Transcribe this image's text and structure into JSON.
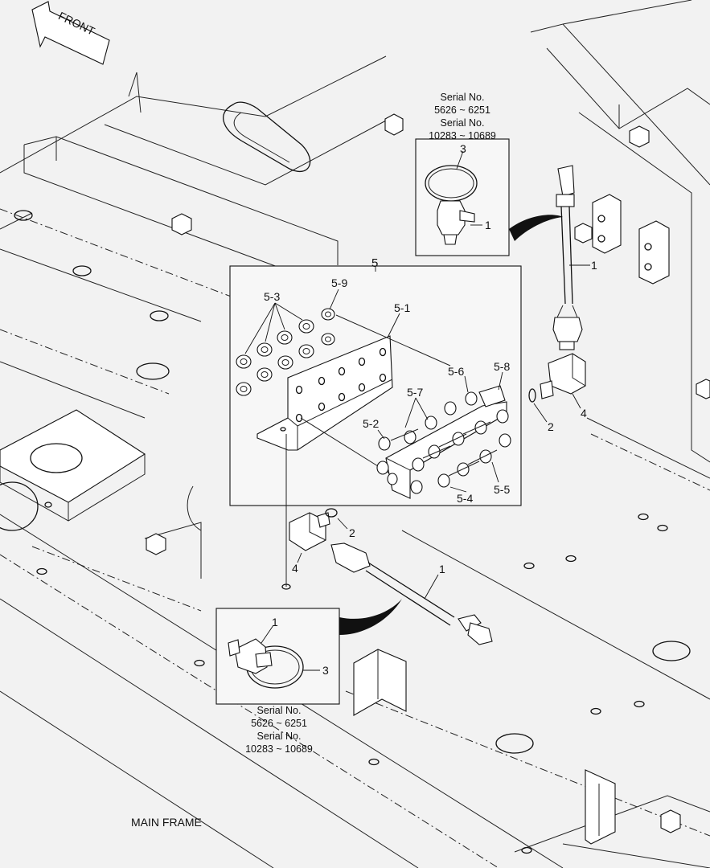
{
  "front_label": "FRONT",
  "main_frame_label": "MAIN FRAME",
  "top_serial": [
    "Serial No.",
    "5626 ~ 6251",
    "Serial No.",
    "10283 ~ 10689"
  ],
  "bottom_serial": [
    "Serial No.",
    "5626 ~ 6251",
    "Serial No.",
    "10283 ~ 10689"
  ],
  "callouts": {
    "c5": "5",
    "c5_1": "5-1",
    "c5_2": "5-2",
    "c5_3": "5-3",
    "c5_4": "5-4",
    "c5_5": "5-5",
    "c5_6": "5-6",
    "c5_7": "5-7",
    "c5_8": "5-8",
    "c5_9": "5-9",
    "top_inset_3": "3",
    "top_inset_1": "1",
    "right_harness_1": "1",
    "right_oring_2": "2",
    "right_elbow_4": "4",
    "left_oring_2": "2",
    "left_elbow_4": "4",
    "left_harness_1": "1",
    "bottom_inset_1": "1",
    "bottom_inset_3": "3"
  }
}
